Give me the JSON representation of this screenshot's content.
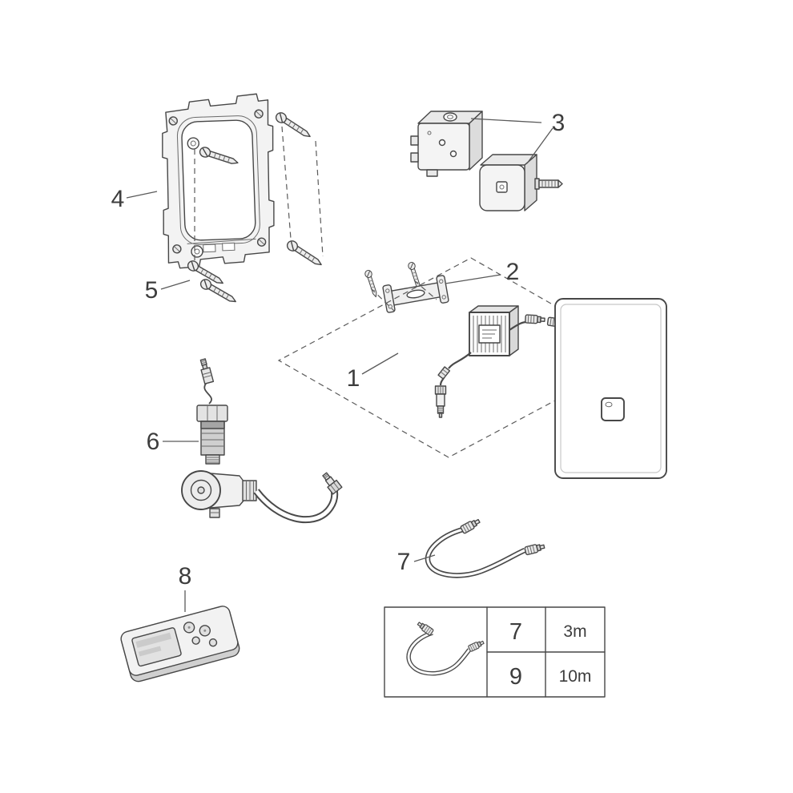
{
  "colors": {
    "background": "#ffffff",
    "line": "#474747",
    "label_text": "#3d3d3d",
    "fill_light": "#f0f0f0"
  },
  "callouts": {
    "item1": "1",
    "item2": "2",
    "item3": "3",
    "item4": "4",
    "item5": "5",
    "item6": "6",
    "item7": "7",
    "item8": "8"
  },
  "size_table": {
    "rows": [
      {
        "item": "7",
        "length": "3m"
      },
      {
        "item": "9",
        "length": "10m"
      }
    ]
  }
}
